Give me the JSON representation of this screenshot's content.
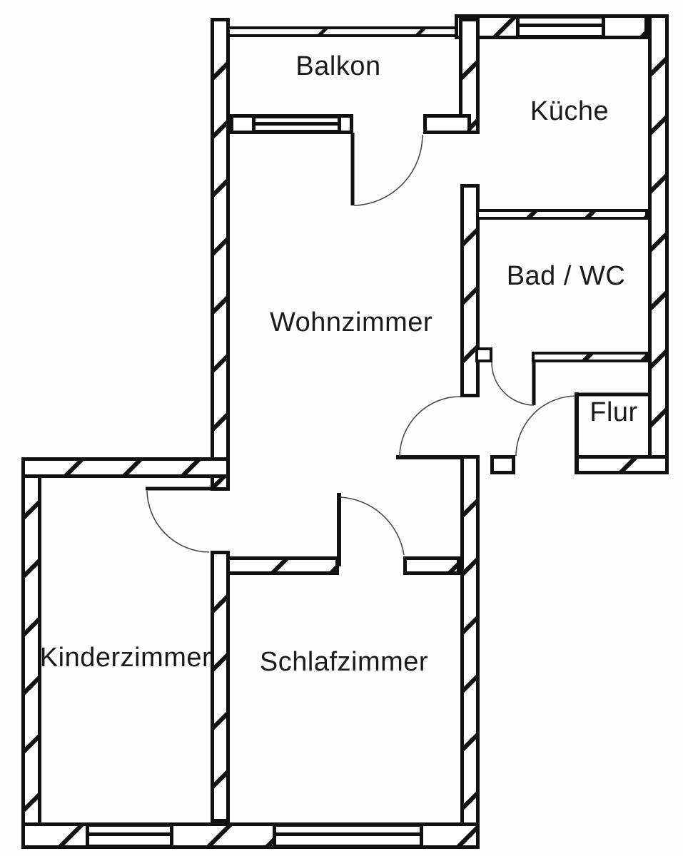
{
  "floorplan": {
    "rooms": [
      {
        "id": "balkon",
        "label": "Balkon"
      },
      {
        "id": "kueche",
        "label": "Küche"
      },
      {
        "id": "wohnzimmer",
        "label": "Wohnzimmer"
      },
      {
        "id": "bad-wc",
        "label": "Bad / WC"
      },
      {
        "id": "flur",
        "label": "Flur"
      },
      {
        "id": "kinderzimmer",
        "label": "Kinderzimmer"
      },
      {
        "id": "schlafzimmer",
        "label": "Schlafzimmer"
      }
    ],
    "colors": {
      "line": "#111111",
      "paper": "#fefefe",
      "door_arc": "#4a4a4a",
      "text": "#1a1a1a"
    }
  }
}
